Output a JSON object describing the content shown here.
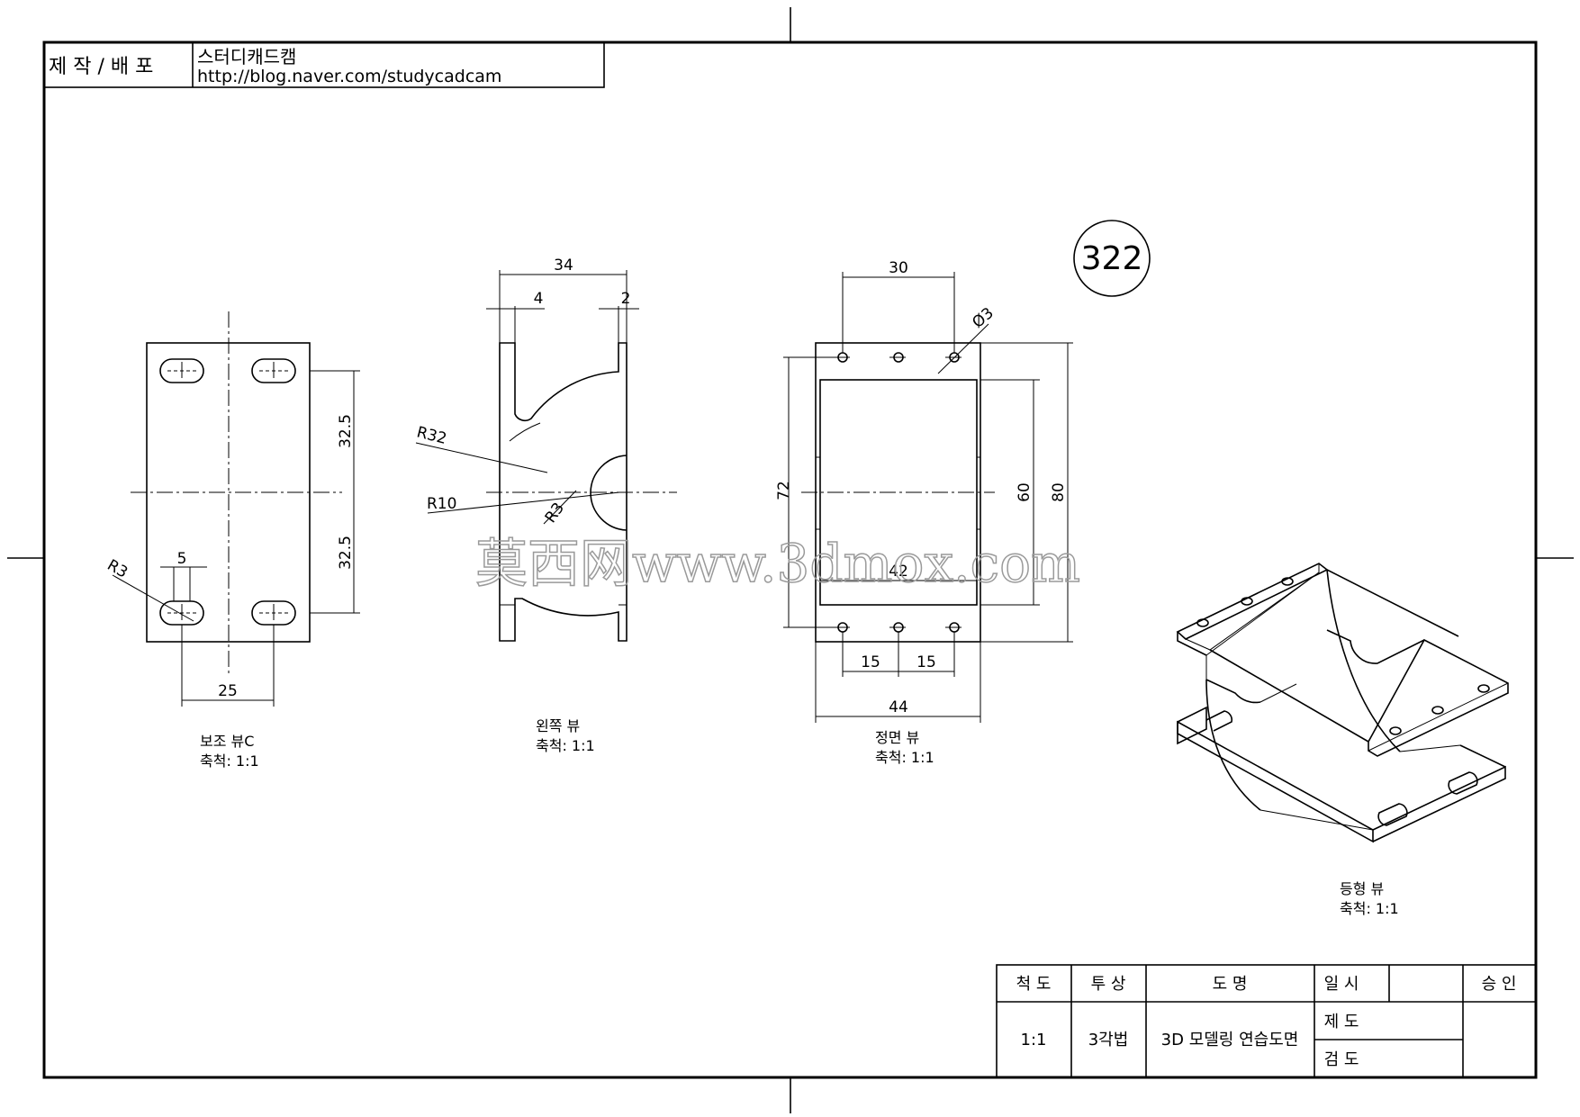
{
  "header": {
    "maker_label": "제 작 / 배 포",
    "maker_name": "스터디캐드캠",
    "maker_url": "http://blog.naver.com/studycadcam"
  },
  "badge": {
    "number": "322"
  },
  "views": {
    "aux": {
      "title": "보조 뷰C",
      "scale": "축척: 1:1",
      "dims": {
        "d1": "32.5",
        "d2": "32.5",
        "d3": "5",
        "d4": "25",
        "r": "R3"
      }
    },
    "left": {
      "title": "왼쪽 뷰",
      "scale": "축척: 1:1",
      "dims": {
        "w": "34",
        "t1": "4",
        "t2": "2",
        "r1": "R32",
        "r2": "R10",
        "r3": "R3"
      }
    },
    "front": {
      "title": "정면 뷰",
      "scale": "축척: 1:1",
      "dims": {
        "top": "30",
        "hole": "Ø3",
        "h72": "72",
        "h60": "60",
        "h80": "80",
        "w42": "42",
        "s1": "15",
        "s2": "15",
        "w44": "44"
      }
    },
    "iso": {
      "title": "등형 뷰",
      "scale": "축척: 1:1"
    }
  },
  "title_block": {
    "scale_label": "척 도",
    "projection_label": "투 상",
    "name_label": "도 명",
    "date_label": "일 시",
    "approve_label": "승 인",
    "draw_label": "제 도",
    "check_label": "검 도",
    "scale_value": "1:1",
    "projection_value": "3각법",
    "name_value": "3D 모델링 연습도면"
  },
  "watermark": {
    "text": "莫西网www.3dmox.com"
  }
}
